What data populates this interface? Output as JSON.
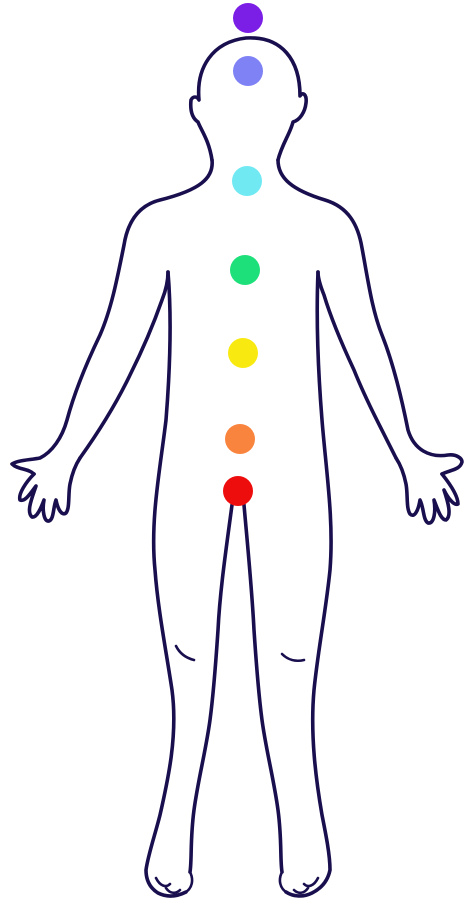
{
  "figure": {
    "background": "#ffffff",
    "outline_color": "#1a0f4e"
  },
  "chakras": [
    {
      "name": "crown",
      "color": "#7b1fe6"
    },
    {
      "name": "third-eye",
      "color": "#7f82f5"
    },
    {
      "name": "throat",
      "color": "#70e9f3"
    },
    {
      "name": "heart",
      "color": "#1ee07a"
    },
    {
      "name": "solar-plexus",
      "color": "#f8ea11"
    },
    {
      "name": "sacral",
      "color": "#f9843e"
    },
    {
      "name": "root",
      "color": "#ee0d0d"
    }
  ]
}
